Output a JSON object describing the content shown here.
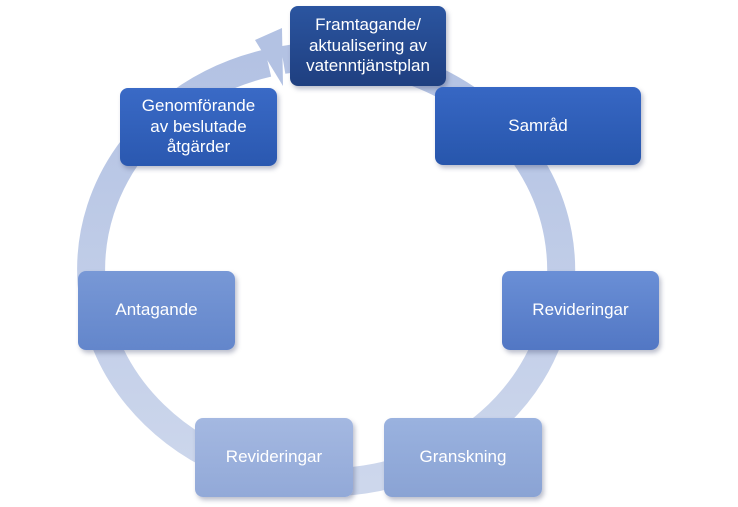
{
  "diagram": {
    "type": "cycle",
    "steps": [
      {
        "label": "Framtagande/\naktualisering av vatenntjänstplan",
        "fill": "#254a90"
      },
      {
        "label": "Samråd",
        "fill": "#2d5db6"
      },
      {
        "label": "Revideringar",
        "fill": "#5a80cc"
      },
      {
        "label": "Granskning",
        "fill": "#8ea7d7"
      },
      {
        "label": "Revideringar",
        "fill": "#97aedb"
      },
      {
        "label": "Antagande",
        "fill": "#6b8dcf"
      },
      {
        "label": "Genomförande\nav beslutade\nåtgärder",
        "fill": "#2f5fb8"
      }
    ],
    "ring_color": "#b8c6e4",
    "ring_color_light": "#c7d2ea"
  }
}
